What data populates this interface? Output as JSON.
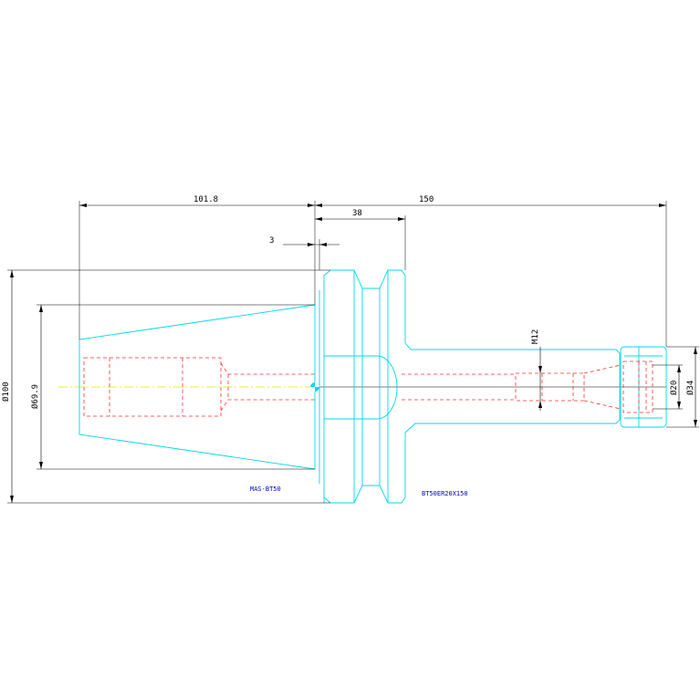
{
  "dimensions": {
    "d_101_8": "101.8",
    "d_150": "150",
    "d_38": "38",
    "d_3": "3",
    "d_dia100": "Ø100",
    "d_dia69_9": "Ø69.9",
    "d_m12": "M12",
    "d_dia20": "Ø20",
    "d_dia34": "Ø34"
  },
  "labels": {
    "left_part": "MAS-BT50",
    "right_part": "BT50ER20X150"
  },
  "colors": {
    "outline": "#00d8ec",
    "hidden": "#ff3030",
    "dimension": "#000000",
    "centerline": "#e8e800",
    "label_left": "#0000cc",
    "label_right": "#0000cc"
  }
}
